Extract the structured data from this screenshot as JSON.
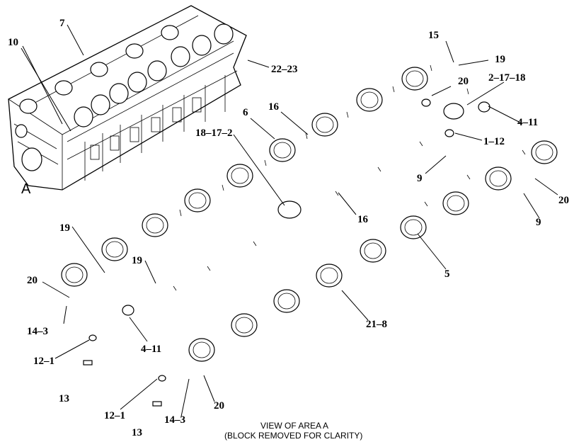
{
  "callouts": {
    "c7": "7",
    "c10": "10",
    "c22_23": "22–23",
    "c15": "15",
    "c19_top": "19",
    "c20_top": "20",
    "c2_17_18": "2–17–18",
    "c6": "6",
    "c16_top": "16",
    "c4_11_right": "4–11",
    "c18_17_2": "18–17–2",
    "c1_12": "1–12",
    "c9_mid": "9",
    "c20_right": "20",
    "c16_mid": "16",
    "c9_right": "9",
    "c19_left": "19",
    "c19_mid": "19",
    "c5": "5",
    "c20_left": "20",
    "c14_3_left": "14–3",
    "c21_8": "21–8",
    "c4_11_left": "4–11",
    "c12_1_left": "12–1",
    "c13_left": "13",
    "c12_1_bottom": "12–1",
    "c13_bottom": "13",
    "c14_3_bottom": "14–3",
    "c20_bottom": "20"
  },
  "view_letter": "A",
  "caption": {
    "line1": "VIEW OF AREA  A",
    "line2": "(BLOCK REMOVED FOR CLARITY)"
  }
}
